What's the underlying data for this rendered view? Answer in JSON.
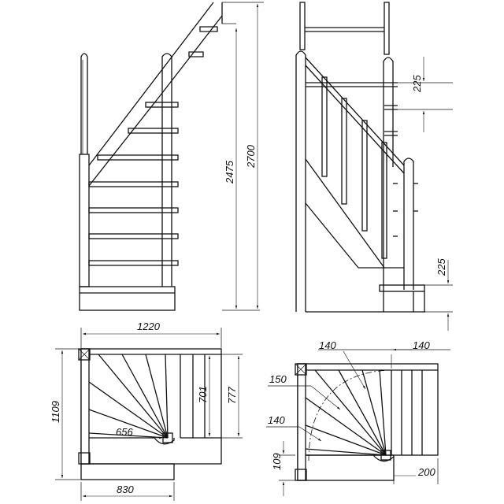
{
  "views": {
    "side_left": {
      "label": "side elevation (open side)"
    },
    "side_right": {
      "label": "side elevation (balustrade side)"
    },
    "plan_left": {
      "label": "plan view"
    },
    "plan_right": {
      "label": "plan view (dimensioned steps)"
    }
  },
  "dimensions": {
    "overall_height": "2700",
    "floor_to_top_step": "2475",
    "rise_top": "225",
    "rise_bottom": "225",
    "plan_width": "1220",
    "plan_depth": "1109",
    "run_depth": "777",
    "inner_depth": "701",
    "winder_radius": "656",
    "base_width": "830",
    "tread_width_a": "140",
    "tread_width_b": "140",
    "tread_width_c": "150",
    "tread_width_d": "140",
    "landing_offset": "109",
    "nosing": "200"
  }
}
